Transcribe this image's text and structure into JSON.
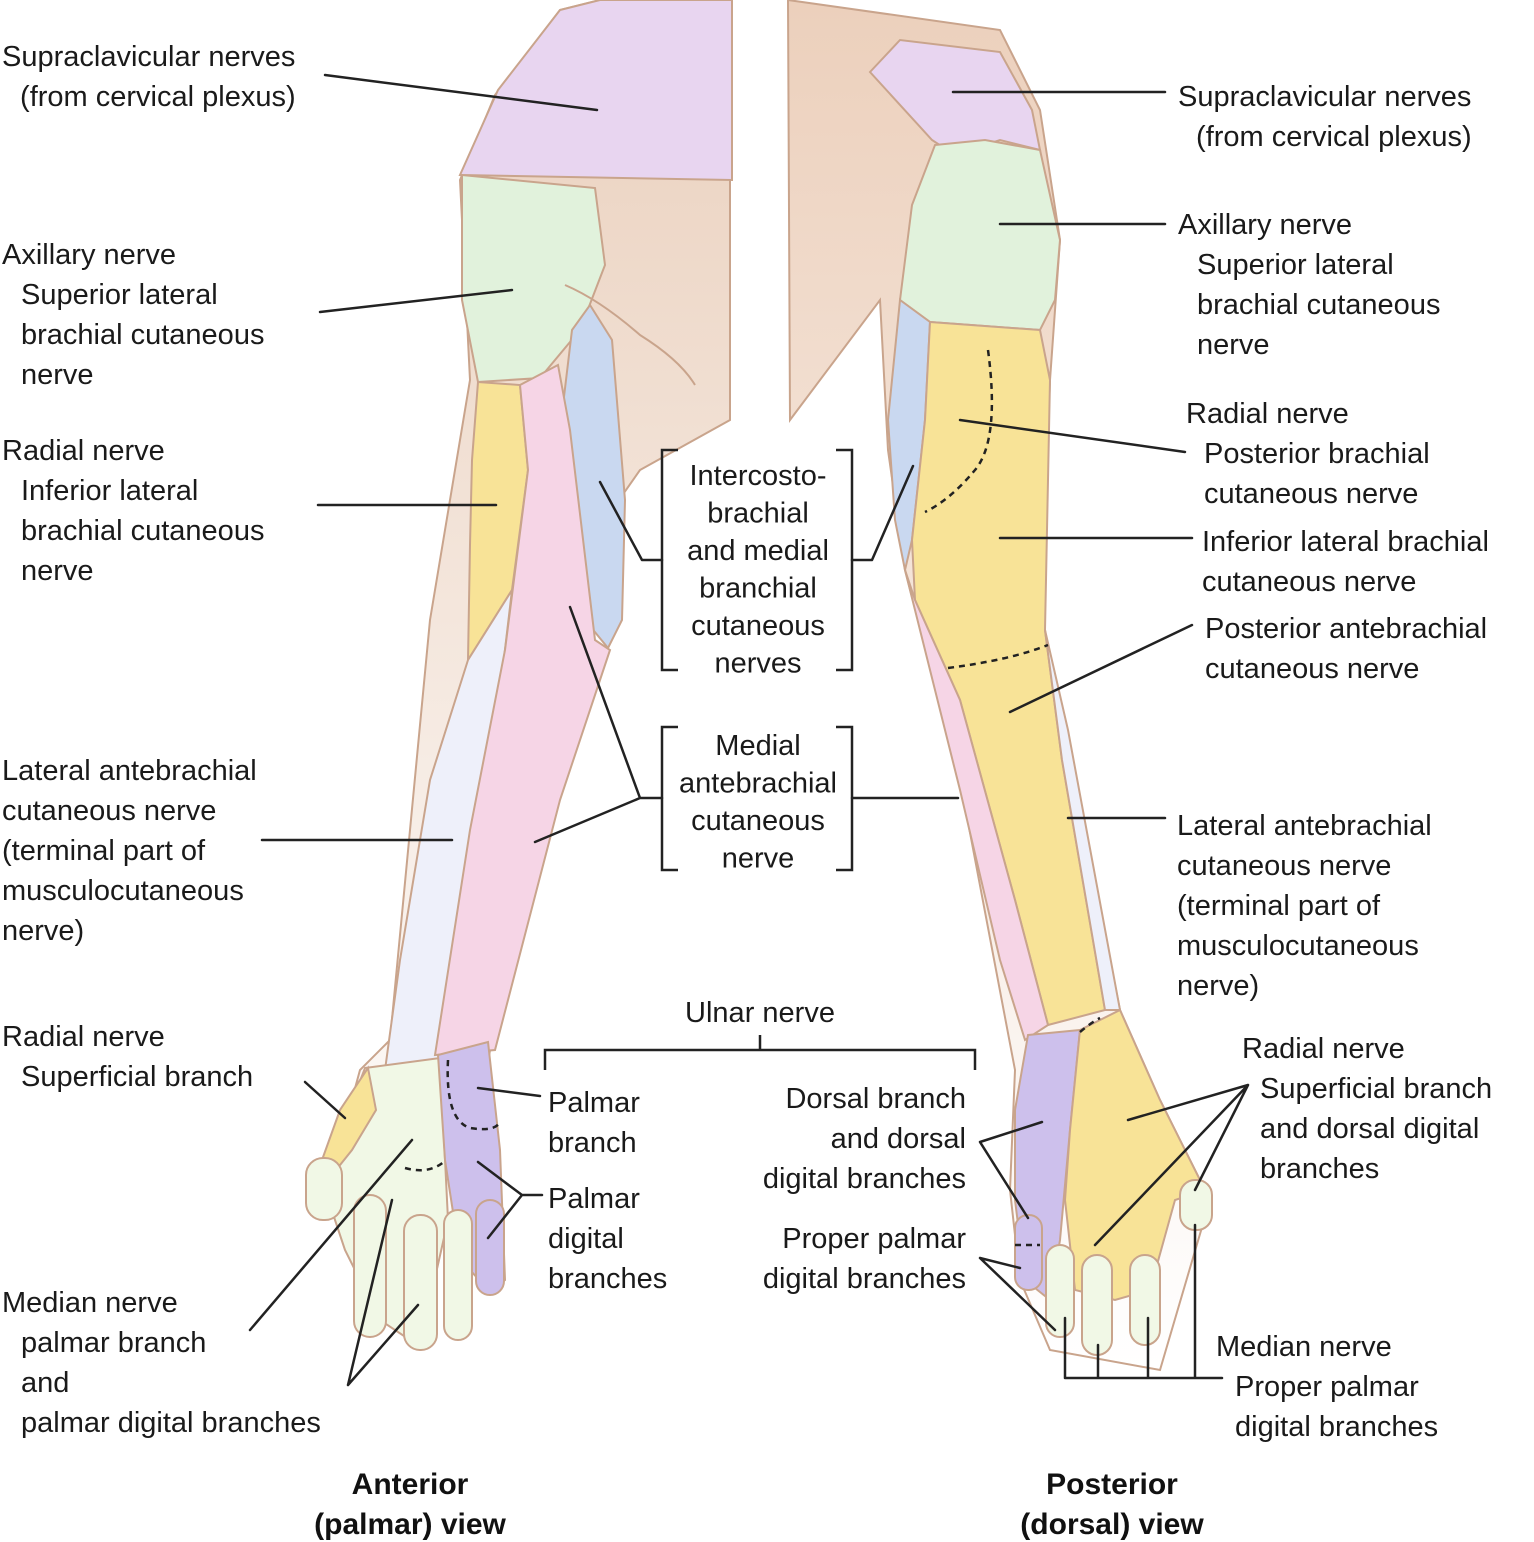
{
  "colors": {
    "supraclavicular": "#e8d5f0",
    "axillary": "#e1f2dc",
    "radial": "#f8e397",
    "intercostobrachial": "#c9d8f0",
    "medial_antebrachial": "#f6d5e6",
    "lateral_antebrachial": "#eef0fa",
    "ulnar": "#cdc0ec",
    "median": "#f1f8e6",
    "skin": "#f1dccb",
    "outline": "#c9a48c"
  },
  "titles": {
    "anterior": [
      "Anterior",
      "(palmar) view"
    ],
    "posterior": [
      "Posterior",
      "(dorsal) view"
    ]
  },
  "labels": {
    "left_supraclavicular": [
      "Supraclavicular nerves",
      " (from cervical plexus)"
    ],
    "left_axillary": [
      "Axillary nerve",
      "Superior lateral",
      "brachial cutaneous",
      "nerve"
    ],
    "left_radial": [
      "Radial nerve",
      "Inferior lateral",
      "brachial cutaneous",
      "nerve"
    ],
    "left_lateral_antebrachial": [
      "Lateral antebrachial",
      "cutaneous nerve",
      "(terminal part of",
      "musculocutaneous",
      "nerve)"
    ],
    "left_radial_superficial": [
      "Radial nerve",
      "Superficial branch"
    ],
    "left_median": [
      "Median nerve",
      "palmar branch",
      "and",
      "palmar digital branches"
    ],
    "center_intercosto": [
      "Intercosto-",
      "brachial",
      "and medial",
      "branchial",
      "cutaneous",
      "nerves"
    ],
    "center_medial_antebrachial": [
      "Medial",
      "antebrachial",
      "cutaneous",
      "nerve"
    ],
    "ulnar_nerve": "Ulnar nerve",
    "palmar_branch": [
      "Palmar",
      "branch"
    ],
    "palmar_digital": [
      "Palmar",
      "digital",
      "branches"
    ],
    "dorsal_branch": [
      "Dorsal branch",
      "and dorsal",
      "digital branches"
    ],
    "proper_palmar": [
      "Proper palmar",
      "digital branches"
    ],
    "right_supraclavicular": [
      "Supraclavicular nerves",
      " (from cervical plexus)"
    ],
    "right_axillary": [
      "Axillary nerve",
      "Superior lateral",
      "brachial cutaneous",
      "nerve"
    ],
    "right_radial_posterior": [
      "Radial nerve",
      "Posterior brachial",
      "cutaneous nerve"
    ],
    "right_inferior_lateral": [
      "Inferior lateral brachial",
      "cutaneous nerve"
    ],
    "right_posterior_antebrachial": [
      "Posterior antebrachial",
      "cutaneous nerve"
    ],
    "right_lateral_antebrachial": [
      "Lateral antebrachial",
      "cutaneous nerve",
      "(terminal part of",
      "musculocutaneous",
      "nerve)"
    ],
    "right_radial_superficial": [
      "Radial nerve",
      "Superficial branch",
      "and dorsal digital",
      "branches"
    ],
    "right_median": [
      "Median nerve",
      "Proper palmar",
      "digital branches"
    ]
  }
}
